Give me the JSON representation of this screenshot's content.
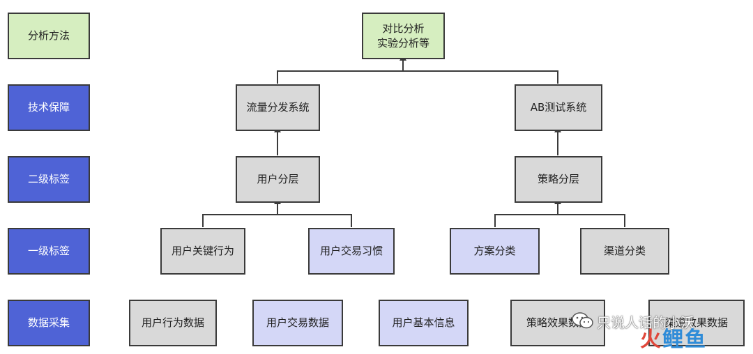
{
  "categories": {
    "analysis_method": "分析方法",
    "tech_support": "技术保障",
    "level2_tag": "二级标签",
    "level1_tag": "一级标签",
    "data_collection": "数据采集"
  },
  "nodes": {
    "compare_analysis": "对比分析\n实验分析等",
    "traffic_split_system": "流量分发系统",
    "ab_test_system": "AB测试系统",
    "user_layering": "用户分层",
    "strategy_layering": "策略分层",
    "user_key_behavior": "用户关键行为",
    "user_trade_habit": "用户交易习惯",
    "plan_classification": "方案分类",
    "channel_classification": "渠道分类",
    "user_behavior_data": "用户行为数据",
    "user_trade_data": "用户交易数据",
    "user_basic_info": "用户基本信息",
    "strategy_effect_data": "策略效果数据",
    "channel_effect_data": "渠道效果数据"
  },
  "watermark": {
    "account": "只说人话的小沃",
    "logo_part1": "火",
    "logo_part2": "鲤",
    "logo_part3": "鱼"
  },
  "colors": {
    "category_blue": "#4f63d6",
    "analysis_green": "#d6eec0",
    "node_gray": "#d9d9d9",
    "node_lavender": "#d4d7f7",
    "border": "#3a3a3a"
  }
}
